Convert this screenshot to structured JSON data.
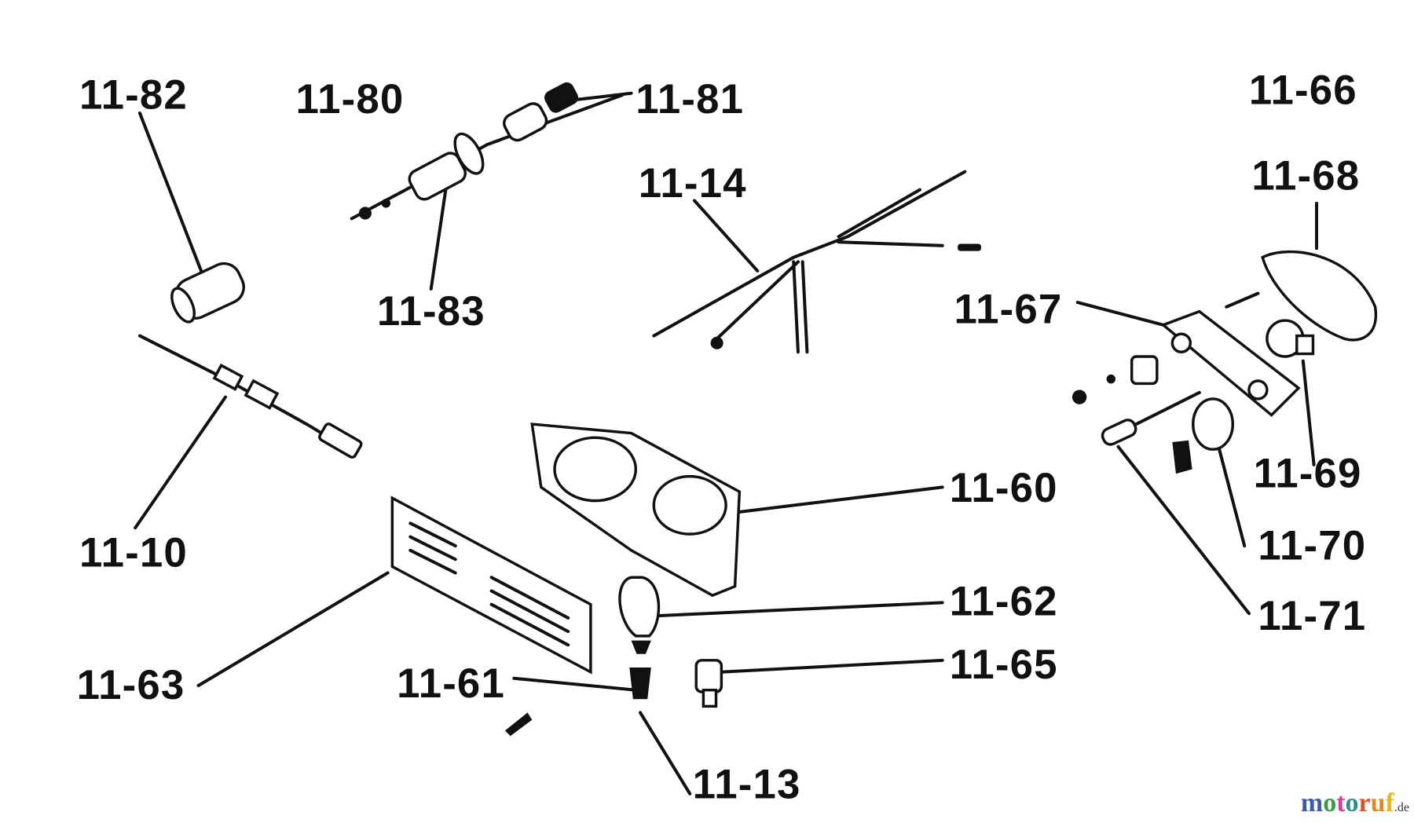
{
  "labels": {
    "p11_82": "11-82",
    "p11_80": "11-80",
    "p11_81": "11-81",
    "p11_14": "11-14",
    "p11_83": "11-83",
    "p11_66": "11-66",
    "p11_68": "11-68",
    "p11_67": "11-67",
    "p11_10": "11-10",
    "p11_60": "11-60",
    "p11_69": "11-69",
    "p11_70": "11-70",
    "p11_62": "11-62",
    "p11_71": "11-71",
    "p11_65": "11-65",
    "p11_63": "11-63",
    "p11_61": "11-61",
    "p11_13": "11-13"
  },
  "watermark": {
    "m": "m",
    "o1": "o",
    "t": "t",
    "o2": "o",
    "r": "r",
    "u": "u",
    "f": "f",
    "tld": ".de"
  },
  "colors": {
    "m": "#3b5ba8",
    "o1": "#3b9b4a",
    "t": "#d6408e",
    "o2": "#2f8f8a",
    "r": "#d9502a",
    "u": "#e08a1e",
    "f": "#e6b81c"
  }
}
